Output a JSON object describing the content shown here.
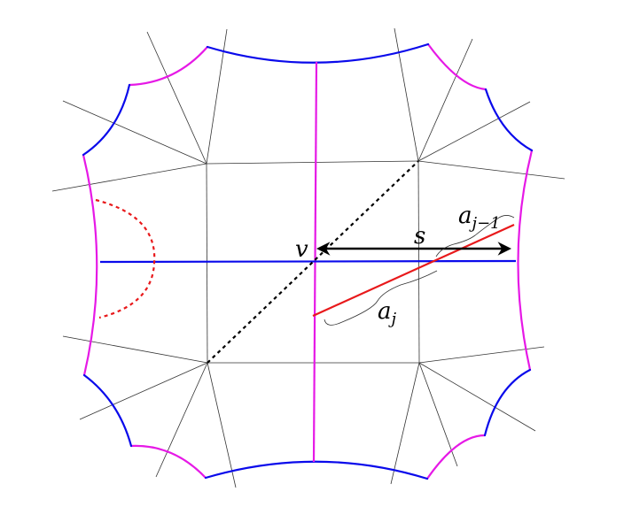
{
  "labels": {
    "v": "v",
    "s": "s",
    "a_j": "a",
    "a_j_sub": "j",
    "a_jm1": "a",
    "a_jm1_sub": "j−1"
  },
  "colors": {
    "magenta": "#e619e6",
    "blue": "#0a0aeb",
    "red": "#e8191b",
    "black": "#000000",
    "gray": "#333333"
  }
}
